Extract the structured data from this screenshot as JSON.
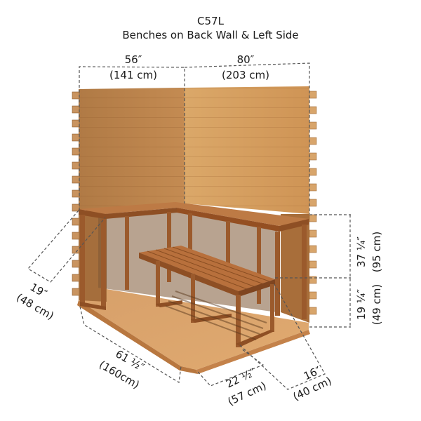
{
  "title": {
    "model": "C57L",
    "subtitle": "Benches on Back Wall & Left Side"
  },
  "dimensions": {
    "left_wall_width": {
      "imperial": "56″",
      "metric": "(141 cm)"
    },
    "back_wall_width": {
      "imperial": "80″",
      "metric": "(203 cm)"
    },
    "upper_bench_height": {
      "imperial": "37 ¼″",
      "metric": "(95 cm)"
    },
    "lower_bench_height": {
      "imperial": "19 ¼″",
      "metric": "(49 cm)"
    },
    "upper_bench_depth": {
      "imperial": "19″",
      "metric": "(48 cm)"
    },
    "floor_depth": {
      "imperial": "61 ½″",
      "metric": "(160cm)"
    },
    "lower_bench_depth": {
      "imperial": "22 ½″",
      "metric": "(57 cm)"
    },
    "lower_bench_width": {
      "imperial": "16″",
      "metric": "(40 cm)"
    }
  },
  "colors": {
    "wall_left": "#b9824d",
    "wall_back": "#d29a5c",
    "floor": "#d9a066",
    "bench_frame": "#9b5a2c",
    "bench_top": "#b8703c",
    "dim_line": "#555555"
  }
}
